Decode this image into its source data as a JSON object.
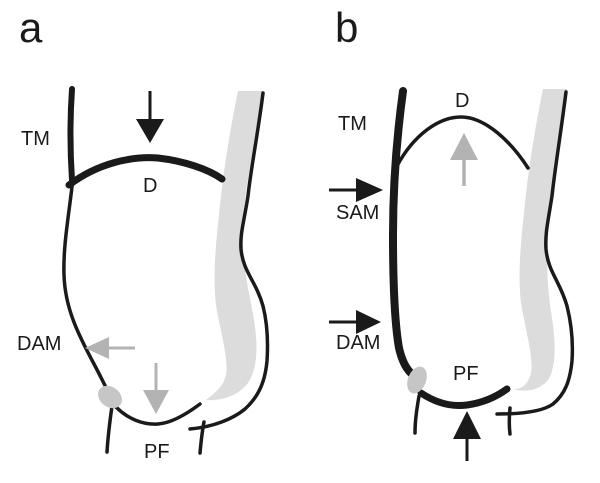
{
  "figure": {
    "panels": [
      {
        "label": "a",
        "tm": "TM",
        "d": "D",
        "dam": "DAM",
        "pf": "PF"
      },
      {
        "label": "b",
        "tm": "TM",
        "d": "D",
        "sam": "SAM",
        "dam": "DAM",
        "pf": "PF"
      }
    ]
  },
  "colors": {
    "ink": "#1a1a1a",
    "band": "#dcdcdc",
    "arrowGray": "#b3b3b3",
    "blob": "#c6c6c6",
    "paper": "#ffffff"
  },
  "icons": {
    "arrow-down": "↓",
    "arrow-up": "↑",
    "arrow-left": "←",
    "arrow-right": "→"
  }
}
